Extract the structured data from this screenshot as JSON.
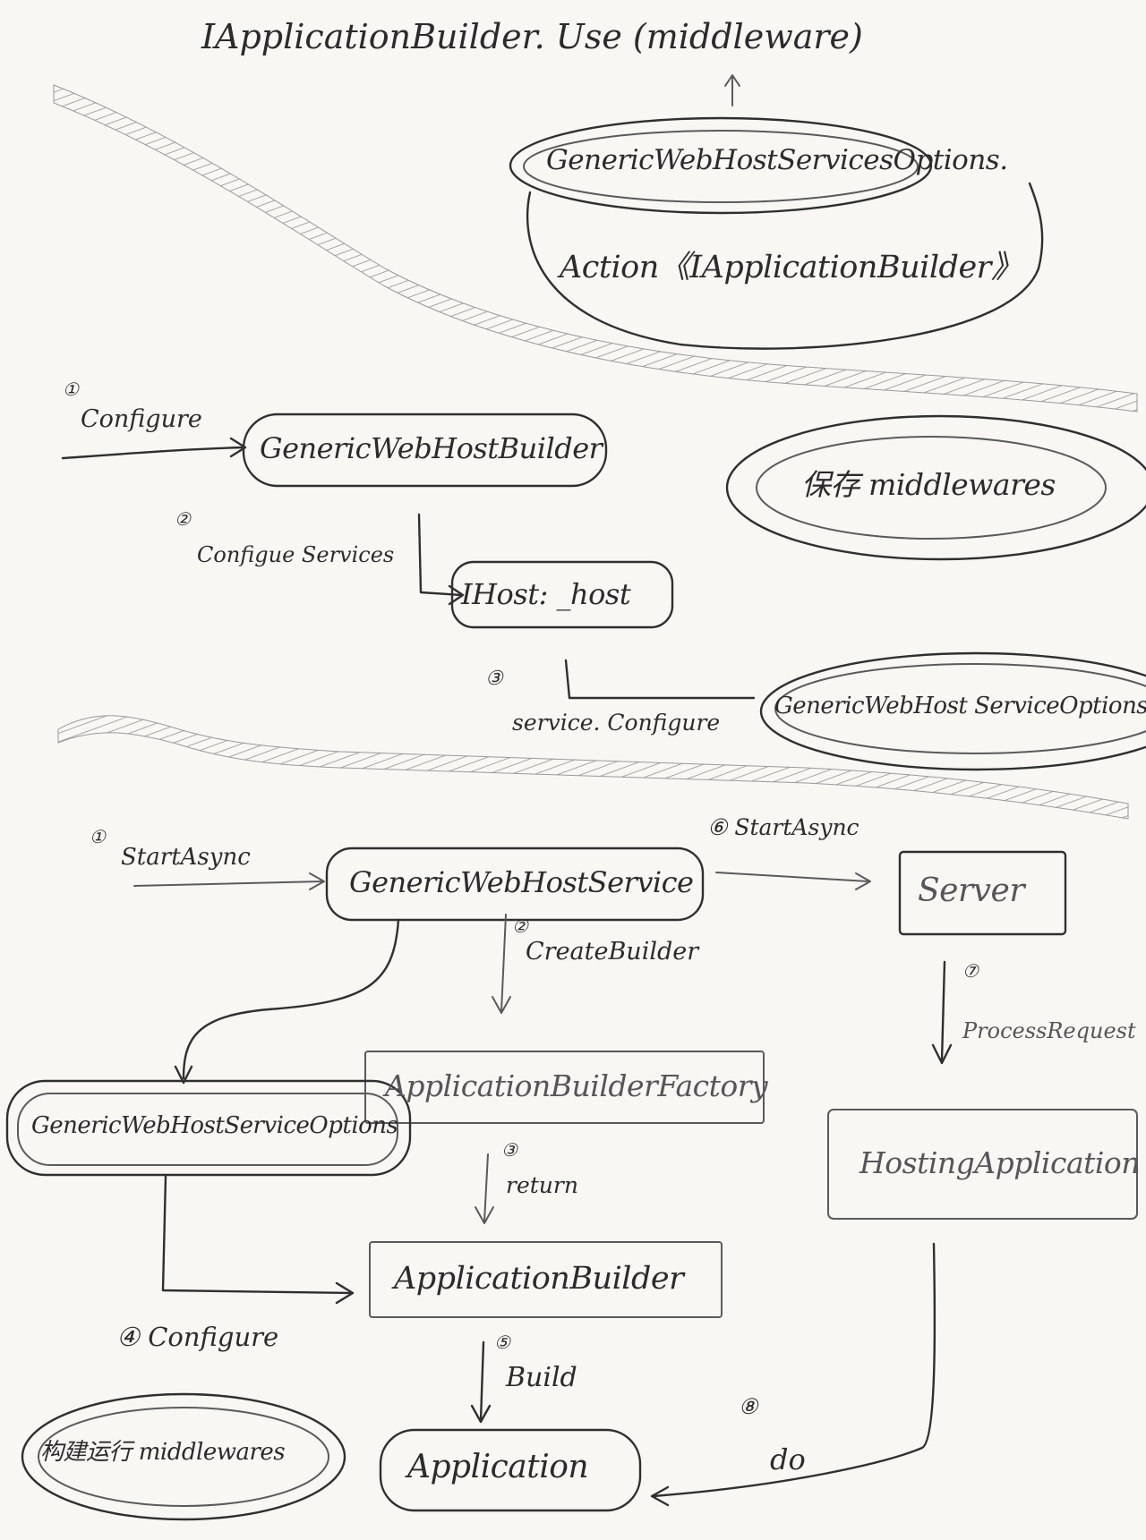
{
  "top": {
    "header": "IApplicationBuilder. Use (middleware)",
    "options_node": "GenericWebHostServicesOptions.",
    "action_node": "Action《IApplicationBuilder》"
  },
  "section1": {
    "step1_num": "①",
    "step1_label": "Configure",
    "builder_node": "GenericWebHostBuilder",
    "note_node": "保存 middlewares",
    "step2_num": "②",
    "step2_label": "Configue Services",
    "host_node": "IHost: _host",
    "step3_num": "③",
    "step3_label": "service. Configure",
    "options_node": "GenericWebHost ServiceOptions"
  },
  "section2": {
    "step1_num": "①",
    "step1_label": "StartAsync",
    "service_node": "GenericWebHostService",
    "step6_label": "⑥ StartAsync",
    "server_node": "Server",
    "step2_num": "②",
    "step2_label": "CreateBuilder",
    "factory_node": "ApplicationBuilderFactory",
    "step7_num": "⑦",
    "step7_label": "ProcessRequest",
    "options_node": "GenericWebHostServiceOptions",
    "hosting_node": "HostingApplication",
    "step3_num": "③",
    "step3_label": "return",
    "app_builder_node": "ApplicationBuilder",
    "step4_label": "④ Configure",
    "step5_num": "⑤",
    "step5_label": "Build",
    "step8_num": "⑧",
    "step8_label": "do",
    "note_node": "构建运行 middlewares",
    "application_node": "Application"
  }
}
